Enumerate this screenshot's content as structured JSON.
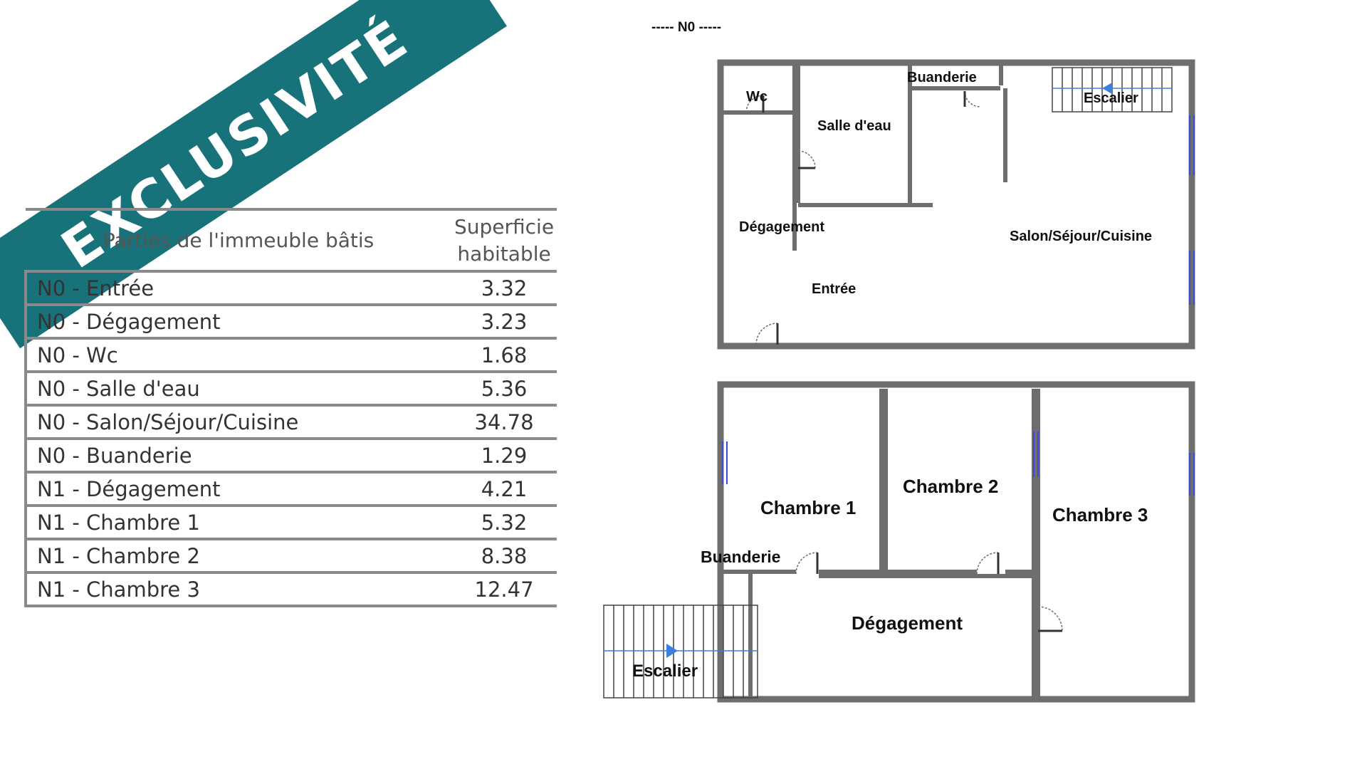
{
  "ribbon": {
    "label": "EXCLUSIVITÉ",
    "color": "#18727a"
  },
  "table": {
    "headers": [
      "Parties de l'immeuble bâtis",
      "Superficie habitable"
    ],
    "rows": [
      {
        "part": "N0 - Entrée",
        "area": "3.32"
      },
      {
        "part": "N0 - Dégagement",
        "area": "3.23"
      },
      {
        "part": "N0 - Wc",
        "area": "1.68"
      },
      {
        "part": "N0 - Salle d'eau",
        "area": "5.36"
      },
      {
        "part": "N0 - Salon/Séjour/Cuisine",
        "area": "34.78"
      },
      {
        "part": "N0 - Buanderie",
        "area": "1.29"
      },
      {
        "part": "N1 - Dégagement",
        "area": "4.21"
      },
      {
        "part": "N1 - Chambre 1",
        "area": "5.32"
      },
      {
        "part": "N1 - Chambre 2",
        "area": "8.38"
      },
      {
        "part": "N1 - Chambre 3",
        "area": "12.47"
      }
    ]
  },
  "plan": {
    "level_title": "-----  N0  -----",
    "n0_labels": {
      "wc": "Wc",
      "salle_eau": "Salle d'eau",
      "buanderie": "Buanderie",
      "escalier": "Escalier",
      "degagement": "Dégagement",
      "salon": "Salon/Séjour/Cuisine",
      "entree": "Entrée"
    },
    "n1_labels": {
      "chambre1": "Chambre 1",
      "chambre2": "Chambre 2",
      "chambre3": "Chambre 3",
      "buanderie": "Buanderie",
      "degagement": "Dégagement",
      "escalier": "Escalier"
    },
    "wall_color": "#6e6e6e",
    "window_color": "#3a4bd6",
    "arrow_color": "#3a80e0"
  }
}
